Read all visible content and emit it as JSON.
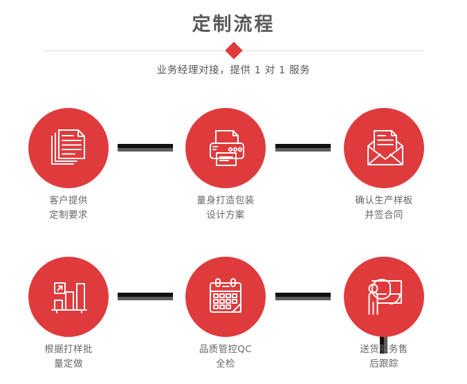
{
  "header": {
    "title": "定制流程",
    "subtitle": "业务经理对接，提供 1 对 1 服务",
    "divider_icon": "diamond-icon"
  },
  "colors": {
    "accent_red": "#df3b3d",
    "title_gray": "#595959",
    "label_gray": "#666666",
    "connector_dark": "#111111",
    "connector_shadow": "#5d5d5d",
    "divider_line": "#d8d8d8"
  },
  "steps": [
    {
      "index": 1,
      "icon": "documents-stack-icon",
      "label_line1": "客户提供",
      "label_line2": "定制要求"
    },
    {
      "index": 2,
      "icon": "printer-icon",
      "label_line1": "量身打造包装",
      "label_line2": "设计方案"
    },
    {
      "index": 3,
      "icon": "envelope-document-icon",
      "label_line1": "确认生产样板",
      "label_line2": "并签合同"
    },
    {
      "index": 4,
      "icon": "bar-chart-growth-icon",
      "label_line1": "根据打样批",
      "label_line2": "量定做"
    },
    {
      "index": 5,
      "icon": "calendar-icon",
      "label_line1": "品质管控QC",
      "label_line2": "全检"
    },
    {
      "index": 6,
      "icon": "presentation-person-icon",
      "label_line1": "送货服务售",
      "label_line2": "后跟踪"
    }
  ]
}
